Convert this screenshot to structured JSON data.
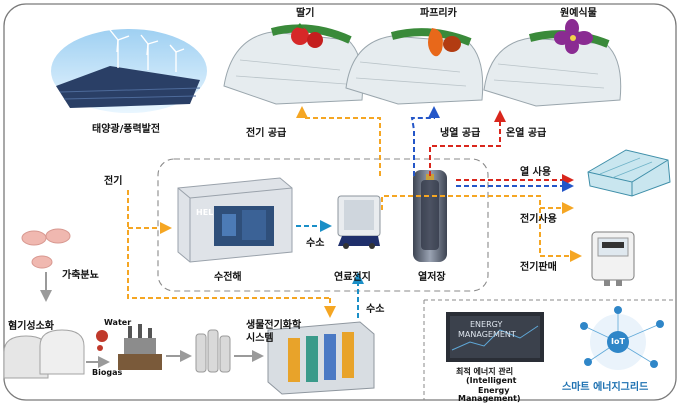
{
  "labels": {
    "strawberry": "딸기",
    "paprika": "파프리카",
    "orchid": "원예식물",
    "solar_wind": "태양광/풍력발전",
    "power_supply": "전기 공급",
    "cold_supply": "냉열 공급",
    "heat_supply": "온열 공급",
    "electricity": "전기",
    "heat_use": "열 사용",
    "power_use": "전기사용",
    "power_sale": "전기판매",
    "manure": "가축분뇨",
    "anaerobic": "혐기성소화",
    "water": "Water",
    "biogas": "Biogas",
    "hydrogen_1": "수소",
    "hydrogen_2": "수소",
    "electrolyzer": "수전해",
    "fuel_cell": "연료전지",
    "heat_storage": "열저장",
    "bes_line1": "생물전기화학",
    "bes_line2": "시스템",
    "hel": "HEL",
    "iems_line1": "최적 에너지 관리",
    "iems_line2": "(Intelligent",
    "iems_line3": "Energy",
    "iems_line4": "Management)",
    "em_panel_line1": "ENERGY",
    "em_panel_line2": "MANAGEMENT",
    "iot": "IoT",
    "smart_grid": "스마트 에너지그리드"
  },
  "colors": {
    "electric_flow": "#f5a623",
    "cold_flow": "#2456c8",
    "heat_flow": "#d9261c",
    "hydrogen_flow": "#1a8fc7",
    "smart_grid_text": "#1a6fb0"
  }
}
